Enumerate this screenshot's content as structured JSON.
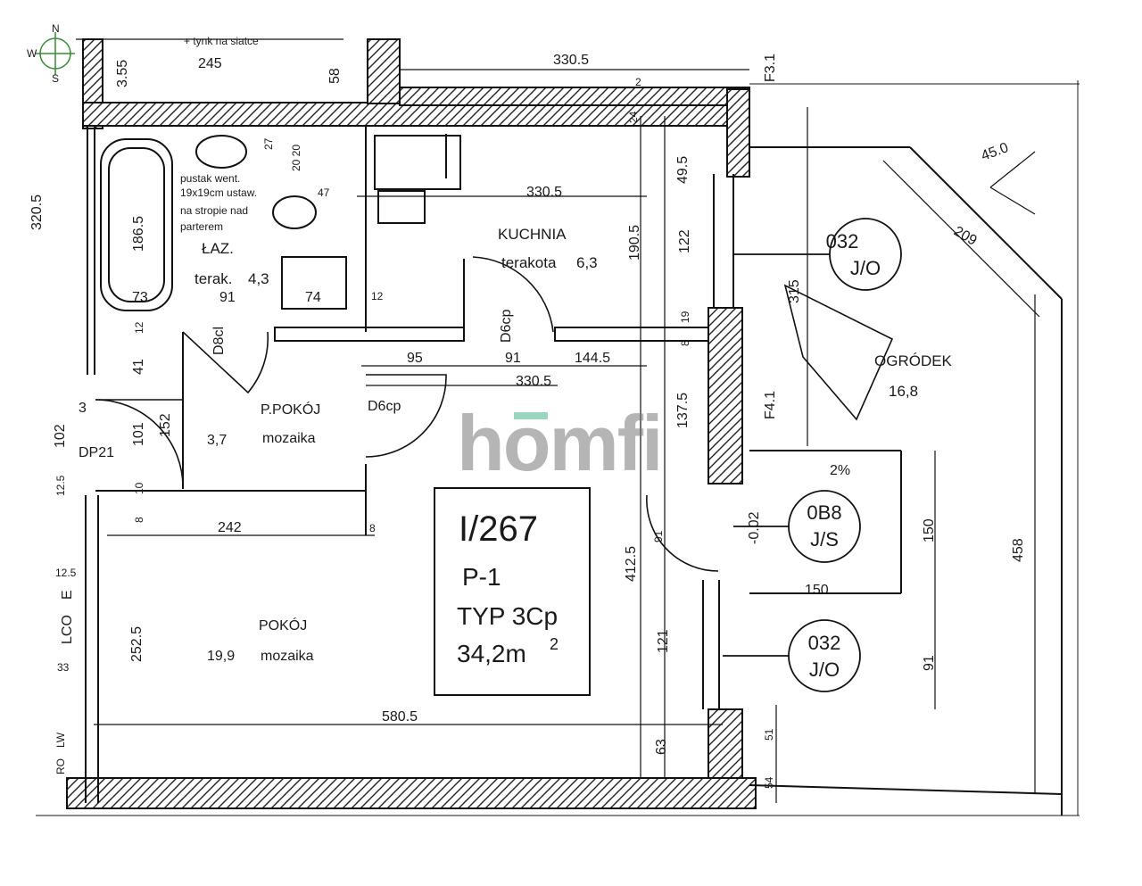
{
  "compass": {
    "n": "N",
    "w": "W",
    "s": "S"
  },
  "watermark": "homfi",
  "title_box": {
    "unit": "I/267",
    "floor": "P-1",
    "type": "TYP 3Cp",
    "area_value": "34,2m",
    "area_sup": "2"
  },
  "rooms": {
    "bath": {
      "name": "ŁAZ.",
      "finish": "terak.",
      "area": "4,3"
    },
    "kitchen": {
      "name": "KUCHNIA",
      "finish": "terakota",
      "area": "6,3"
    },
    "hall": {
      "name": "P.POKÓJ",
      "area": "3,7",
      "finish": "mozaika"
    },
    "room": {
      "name": "POKÓJ",
      "area": "19,9",
      "finish": "mozaika"
    },
    "garden": {
      "name": "OGRÓDEK",
      "area": "16,8"
    }
  },
  "notes": {
    "plaster": "+ tynk na siatce",
    "vent_1": "pustak went.",
    "vent_2": "19x19cm ustaw.",
    "vent_3": "na stropie nad",
    "vent_4": "parterem"
  },
  "doors": {
    "d1": "D8cl",
    "d2": "D6cp",
    "d3": "D6cp",
    "dp": "DP21"
  },
  "tags": {
    "t1": {
      "a": "032",
      "b": "J/O"
    },
    "t2": {
      "a": "0B8",
      "b": "J/S"
    },
    "t3": {
      "a": "032",
      "b": "J/O"
    }
  },
  "marks": {
    "f31": "F3.1",
    "f41": "F4.1",
    "e": "E",
    "lco": "LCO",
    "lw": "LW",
    "ro": "RO",
    "angle": "45.0",
    "slope": "2%",
    "level": "-0.02"
  },
  "dims": {
    "d245": "245",
    "d355": "3.55",
    "d58": "58",
    "d3305a": "330.5",
    "d3305b": "330.5",
    "d3305c": "330.5",
    "d2": "2",
    "d24": "24",
    "d3201": "320.5",
    "d1865": "186.5",
    "d27": "27",
    "d2020": "20 20",
    "d47": "47",
    "d495": "49.5",
    "d1905": "190.5",
    "d122": "122",
    "d315": "315",
    "d209": "209",
    "d73": "73",
    "d91a": "91",
    "d74": "74",
    "d12a": "12",
    "d12b": "12",
    "d19": "19",
    "d8a": "8",
    "d95": "95",
    "d91b": "91",
    "d1445": "144.5",
    "d41": "41",
    "d3": "3",
    "d102": "102",
    "d101": "101",
    "d152": "152",
    "d1375": "137.5",
    "d125a": "12.5",
    "d10": "10",
    "d8b": "8",
    "d242": "242",
    "d8c": "8",
    "d4125": "412.5",
    "d91c": "91",
    "d150a": "150",
    "d150b": "150",
    "d458": "458",
    "d125b": "12.5",
    "d33": "33",
    "d2525": "252.5",
    "d121": "121",
    "d91d": "91",
    "d5805": "580.5",
    "d63": "63",
    "d51": "51",
    "d54": "54"
  }
}
